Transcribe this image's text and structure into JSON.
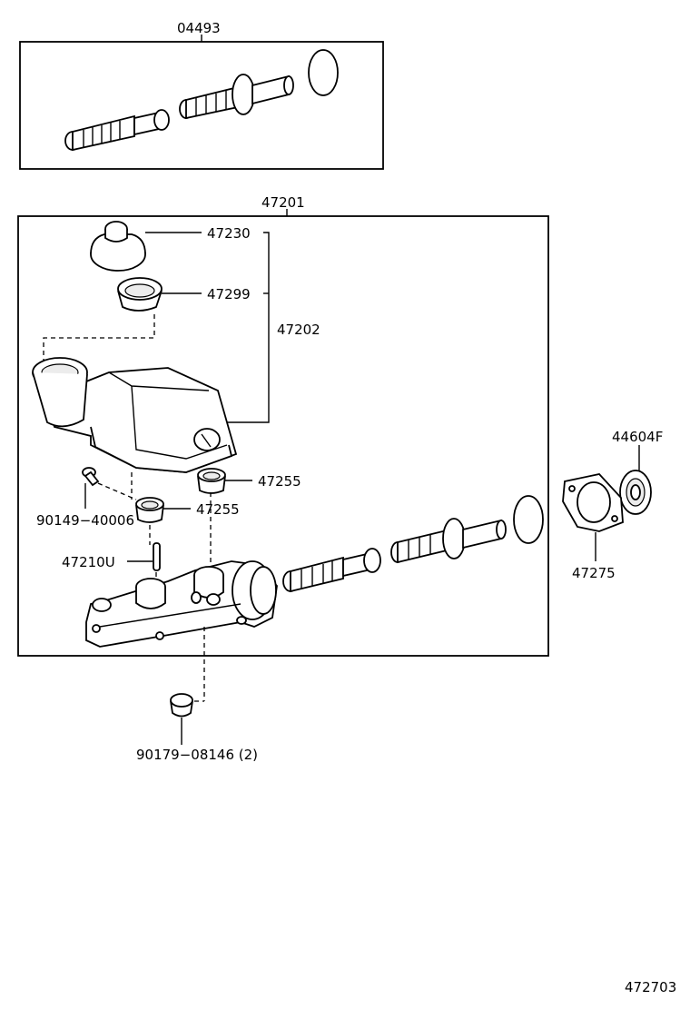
{
  "labels": {
    "kit_04493": "04493",
    "assy_47201": "47201",
    "cap_47230": "47230",
    "strainer_47299": "47299",
    "reservoir_47202": "47202",
    "grommet_47255_a": "47255",
    "grommet_47255_b": "47255",
    "bolt_90149": "90149−40006",
    "pin_47210U": "47210U",
    "plug_90179": "90179−08146 (2)",
    "seal_44604F": "44604F",
    "gasket_47275": "47275",
    "figure_no": "472703"
  }
}
